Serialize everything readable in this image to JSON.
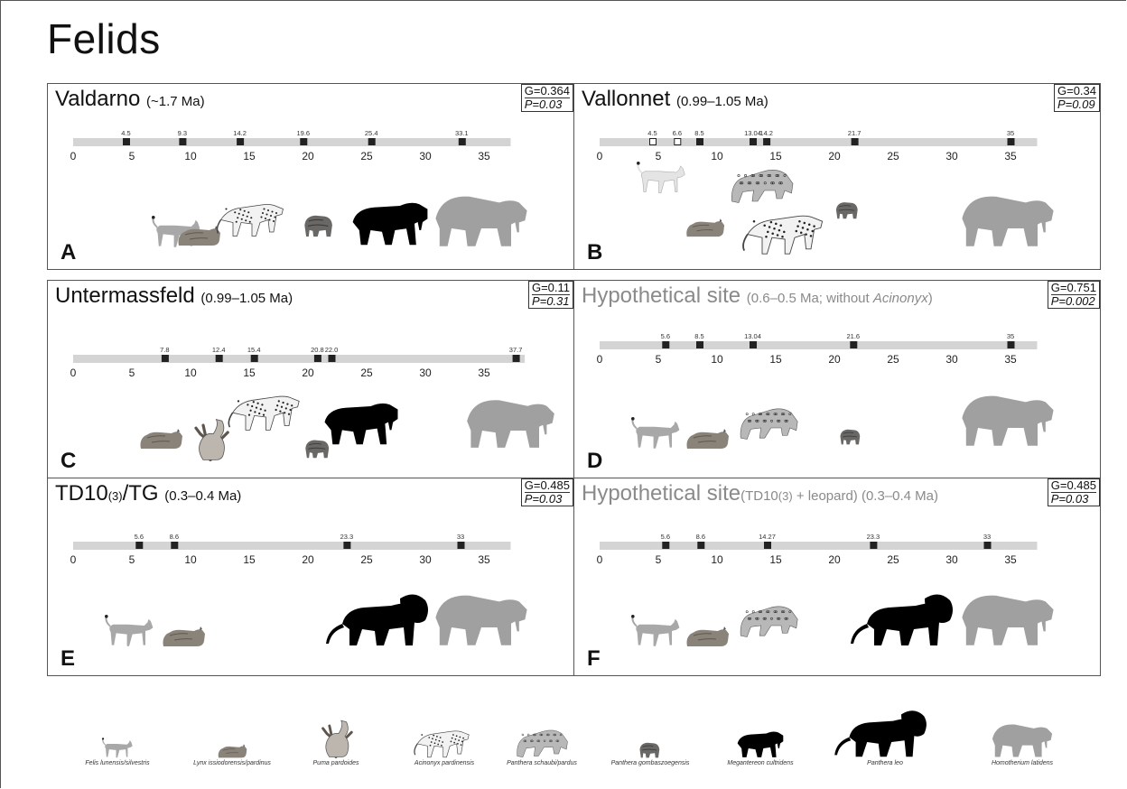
{
  "title": "Felids",
  "scale_ticks": [
    "0",
    "5",
    "10",
    "15",
    "20",
    "25",
    "30",
    "35"
  ],
  "panels": [
    {
      "letter": "A",
      "site": "Valdarno",
      "age": "(~1.7 Ma)",
      "g": "G=0.364",
      "p": "P=0.03",
      "values": [
        {
          "v": 4.5,
          "label": "4.5"
        },
        {
          "v": 9.3,
          "label": "9.3"
        },
        {
          "v": 14.2,
          "label": "14.2"
        },
        {
          "v": 19.6,
          "label": "19.6"
        },
        {
          "v": 25.4,
          "label": "25.4"
        },
        {
          "v": 33.1,
          "label": "33.1"
        }
      ],
      "animals": [
        "small-cat",
        "lynx",
        "cheetah",
        "jaguar",
        "sabertooth-black",
        "homotherium"
      ]
    },
    {
      "letter": "B",
      "site": "Vallonnet",
      "age": "(0.99–1.05 Ma)",
      "g": "G=0.34",
      "p": "P=0.09",
      "values": [
        {
          "v": 4.5,
          "label": "4.5",
          "open": true
        },
        {
          "v": 6.6,
          "label": "6.6",
          "open": true
        },
        {
          "v": 8.5,
          "label": "8.5"
        },
        {
          "v": 13.04,
          "label": "13.04"
        },
        {
          "v": 14.2,
          "label": "14.2"
        },
        {
          "v": 21.7,
          "label": "21.7"
        },
        {
          "v": 35,
          "label": "35"
        }
      ],
      "animals": [
        "small-cat-white",
        "lynx",
        "leopard",
        "cheetah",
        "jaguar",
        "homotherium"
      ]
    },
    {
      "letter": "C",
      "site": "Untermassfeld",
      "age": "(0.99–1.05 Ma)",
      "g": "G=0.11",
      "p": "P=0.31",
      "values": [
        {
          "v": 7.8,
          "label": "7.8"
        },
        {
          "v": 12.4,
          "label": "12.4"
        },
        {
          "v": 15.4,
          "label": "15.4"
        },
        {
          "v": 20.8,
          "label": "20.8"
        },
        {
          "v": 22,
          "label": "22.0"
        },
        {
          "v": 37.7,
          "label": "37.7"
        }
      ],
      "animals": [
        "lynx",
        "puma",
        "cheetah",
        "jaguar",
        "sabertooth-black",
        "homotherium"
      ]
    },
    {
      "letter": "D",
      "site": "Hypothetical site",
      "age": "(0.6–0.5 Ma; without ",
      "age_it": "Acinonyx",
      "age_end": ")",
      "g": "G=0.751",
      "p": "P=0.002",
      "values": [
        {
          "v": 5.6,
          "label": "5.6"
        },
        {
          "v": 8.5,
          "label": "8.5"
        },
        {
          "v": 13.04,
          "label": "13.04"
        },
        {
          "v": 21.6,
          "label": "21.6"
        },
        {
          "v": 35,
          "label": "35"
        }
      ],
      "animals": [
        "small-cat",
        "lynx",
        "leopard",
        "jaguar",
        "homotherium"
      ]
    },
    {
      "letter": "E",
      "site": "TD10",
      "site_sub": "(3)",
      "site_end": "/TG",
      "age": "(0.3–0.4 Ma)",
      "g": "G=0.485",
      "p": "P=0.03",
      "values": [
        {
          "v": 5.6,
          "label": "5.6"
        },
        {
          "v": 8.6,
          "label": "8.6"
        },
        {
          "v": 23.3,
          "label": "23.3"
        },
        {
          "v": 33,
          "label": "33"
        }
      ],
      "animals": [
        "small-cat",
        "lynx",
        "lion",
        "homotherium"
      ]
    },
    {
      "letter": "F",
      "site": "Hypothetical site",
      "age_pre": "(TD10",
      "age_sub": "(3)",
      "age": " + leopard) (0.3–0.4 Ma)",
      "g": "G=0.485",
      "p": "P=0.03",
      "values": [
        {
          "v": 5.6,
          "label": "5.6"
        },
        {
          "v": 8.6,
          "label": "8.6"
        },
        {
          "v": 14.27,
          "label": "14.27"
        },
        {
          "v": 23.3,
          "label": "23.3"
        },
        {
          "v": 33,
          "label": "33"
        }
      ],
      "animals": [
        "small-cat",
        "lynx",
        "leopard",
        "lion",
        "homotherium"
      ]
    }
  ],
  "legend": [
    {
      "kind": "small-cat",
      "name": "Felis lunensis/silvestris"
    },
    {
      "kind": "lynx",
      "name": "Lynx issiodorensis/pardinus"
    },
    {
      "kind": "puma",
      "name": "Puma pardoides"
    },
    {
      "kind": "cheetah",
      "name": "Acinonyx pardinensis"
    },
    {
      "kind": "leopard",
      "name": "Panthera schaubi/pardus"
    },
    {
      "kind": "jaguar",
      "name": "Panthera gombaszoegensis"
    },
    {
      "kind": "sabertooth-black",
      "name": "Megantereon cultridens"
    },
    {
      "kind": "lion",
      "name": "Panthera leo"
    },
    {
      "kind": "homotherium",
      "name": "Homotherium latidens"
    }
  ],
  "colors": {
    "bar": "#d4d4d4",
    "marker": "#222222",
    "grey_animal": "#a0a0a0",
    "black_animal": "#000000",
    "title_grey": "#8a8a8a"
  }
}
